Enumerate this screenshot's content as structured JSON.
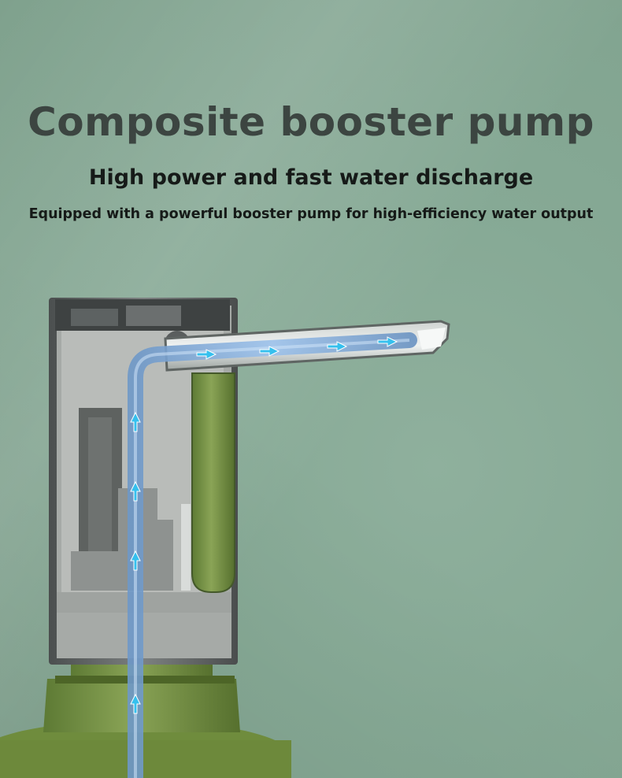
{
  "hero": {
    "title": "Composite booster pump",
    "subtitle": "High power and fast water discharge",
    "description": "Equipped with a powerful booster pump for high-efficiency water output"
  },
  "colors": {
    "background": "#86a995",
    "title_text": "#3c4541",
    "body_text": "#161a18",
    "tube": "#7ea7d6",
    "arrow": "#2fb9e8",
    "pump_body": "#6e8a3f"
  }
}
